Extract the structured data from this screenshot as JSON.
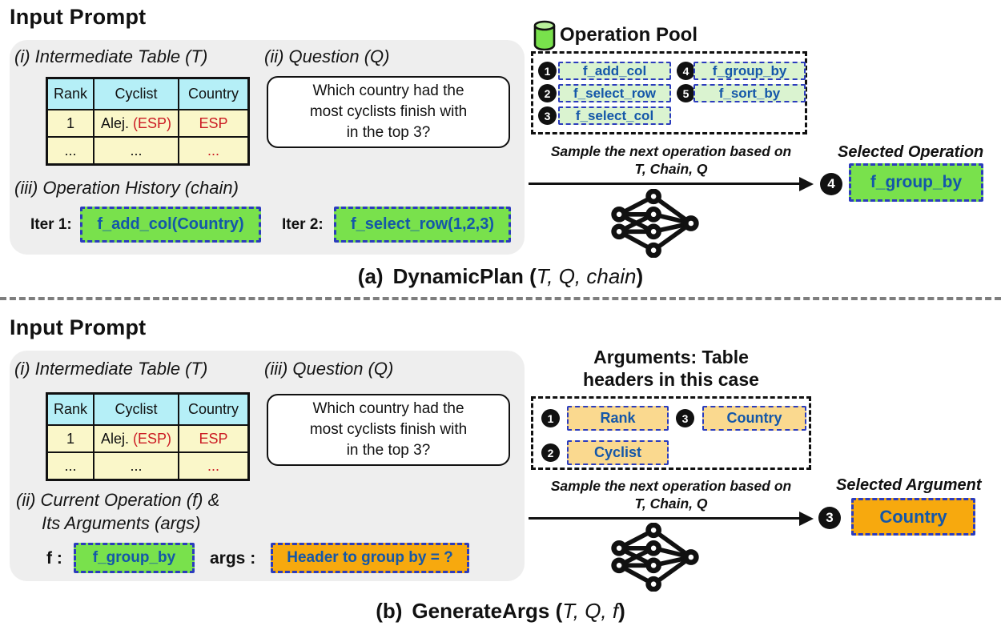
{
  "colors": {
    "accent_green": "#79E14C",
    "pale_green": "#DAF3D0",
    "accent_orange": "#F7A90E",
    "pale_orange": "#FAD98F",
    "table_header_cyan": "#B5EFF7",
    "table_row_yellow": "#FAF7C9",
    "text_blue": "#1457A9",
    "sketch_border_blue": "#2B3CBD",
    "alert_red": "#CB1B23",
    "panel_gray": "#EEEEEE"
  },
  "icons": {
    "operation_pool": "database-cylinder-icon",
    "model": "neural-network-icon",
    "flow": "arrow-right-icon"
  },
  "input_prompt_title": "Input Prompt",
  "table": {
    "label": "(i) Intermediate Table (T)",
    "headers": [
      "Rank",
      "Cyclist",
      "Country"
    ],
    "row1": {
      "rank": "1",
      "cyclist_black": "Alej. ",
      "cyclist_red": "(ESP)",
      "country": "ESP"
    },
    "row2": {
      "rank": "...",
      "cyclist": "...",
      "country": "..."
    }
  },
  "question": {
    "label_a": "(ii) Question (Q)",
    "label_b": "(iii) Question (Q)",
    "line1": "Which country had the",
    "line2": "most cyclists finish with",
    "line3": "in the top 3?"
  },
  "panel_a": {
    "history_label": "(iii) Operation History (chain)",
    "iter1_label": "Iter 1:",
    "iter1_value": "f_add_col(Country)",
    "iter2_label": "Iter 2:",
    "iter2_value": "f_select_row(1,2,3)",
    "caption": {
      "prefix": "(a)",
      "name": "DynamicPlan (",
      "args": "T, Q, chain",
      "suffix": ")"
    }
  },
  "operation_pool": {
    "title": "Operation Pool",
    "items": [
      {
        "num": "1",
        "label": "f_add_col"
      },
      {
        "num": "2",
        "label": "f_select_row"
      },
      {
        "num": "3",
        "label": "f_select_col"
      },
      {
        "num": "4",
        "label": "f_group_by"
      },
      {
        "num": "5",
        "label": "f_sort_by"
      }
    ]
  },
  "sample_text": {
    "line1": "Sample the next operation based on",
    "line2": "T, Chain, Q"
  },
  "selected_operation": {
    "title": "Selected Operation",
    "num": "4",
    "value": "f_group_by"
  },
  "arguments_pool": {
    "title_line1": "Arguments: Table",
    "title_line2": "headers in this case",
    "items": [
      {
        "num": "1",
        "label": "Rank"
      },
      {
        "num": "2",
        "label": "Cyclist"
      },
      {
        "num": "3",
        "label": "Country"
      }
    ]
  },
  "panel_b": {
    "current_op_label1": "(ii) Current Operation (f) &",
    "current_op_label2": "Its Arguments (args)",
    "f_label": "f :",
    "f_value": "f_group_by",
    "args_label": "args :",
    "args_value": "Header to group by = ?",
    "caption": {
      "prefix": "(b)",
      "name": "GenerateArgs (",
      "args": "T, Q, f",
      "suffix": ")"
    }
  },
  "selected_argument": {
    "title": "Selected Argument",
    "num": "3",
    "value": "Country"
  }
}
